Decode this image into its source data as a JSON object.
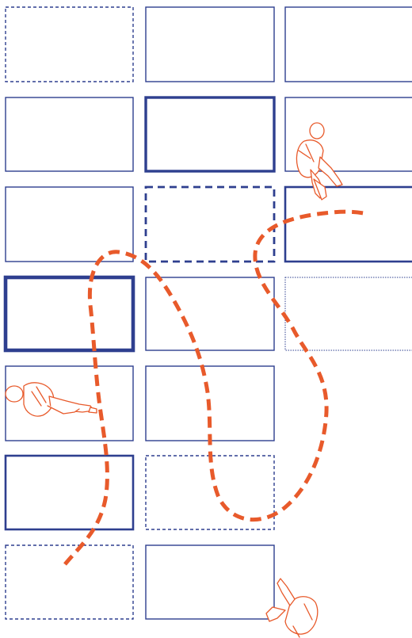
{
  "diagram": {
    "grid": {
      "rows": 7,
      "columns": 3,
      "frame_color": "#2e3f8f",
      "line_styles": [
        [
          "dashed",
          "thin",
          "thin"
        ],
        [
          "thin",
          "thick",
          "thin"
        ],
        [
          "thin",
          "dashed-thick",
          "medium"
        ],
        [
          "extra-thick",
          "thin",
          "dotted"
        ],
        [
          "thin",
          "thin",
          null
        ],
        [
          "medium",
          "dashed",
          null
        ],
        [
          "dashed",
          "thin",
          null
        ]
      ]
    },
    "path": {
      "color": "#e85a2b",
      "style": "dashed"
    },
    "figures": {
      "color": "#e85a2b",
      "items": [
        "seated-figure",
        "reclining-figure",
        "crouching-figure"
      ]
    }
  }
}
